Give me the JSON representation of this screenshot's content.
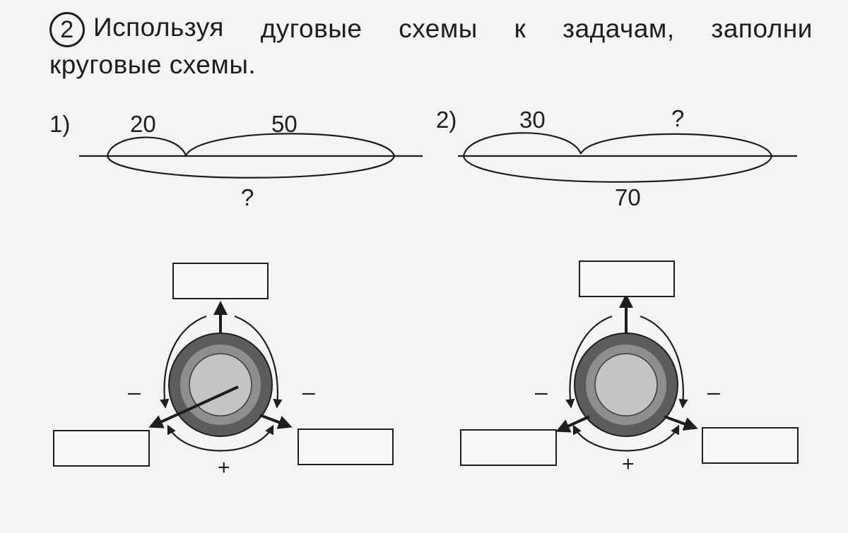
{
  "task": {
    "number": "2",
    "heading_words_line1": [
      "Используя",
      "дуговые",
      "схемы",
      "к",
      "задачам,",
      "заполни"
    ],
    "heading_line2": "круговые схемы."
  },
  "problems": [
    {
      "label": "1)",
      "part_a": "20",
      "part_b": "50",
      "total": "?"
    },
    {
      "label": "2)",
      "part_a": "30",
      "part_b": "?",
      "total": "70"
    }
  ],
  "circle_schemes": [
    {
      "minus_left": "–",
      "minus_right": "–",
      "plus": "+"
    },
    {
      "minus_left": "–",
      "minus_right": "–",
      "plus": "+"
    }
  ],
  "colors": {
    "ink": "#1e1e1e",
    "outer_ring": "#5c5c5c",
    "middle_ring": "#8e8e8e",
    "inner_disc": "#c4c4c4",
    "paper": "#f4f4f2"
  }
}
